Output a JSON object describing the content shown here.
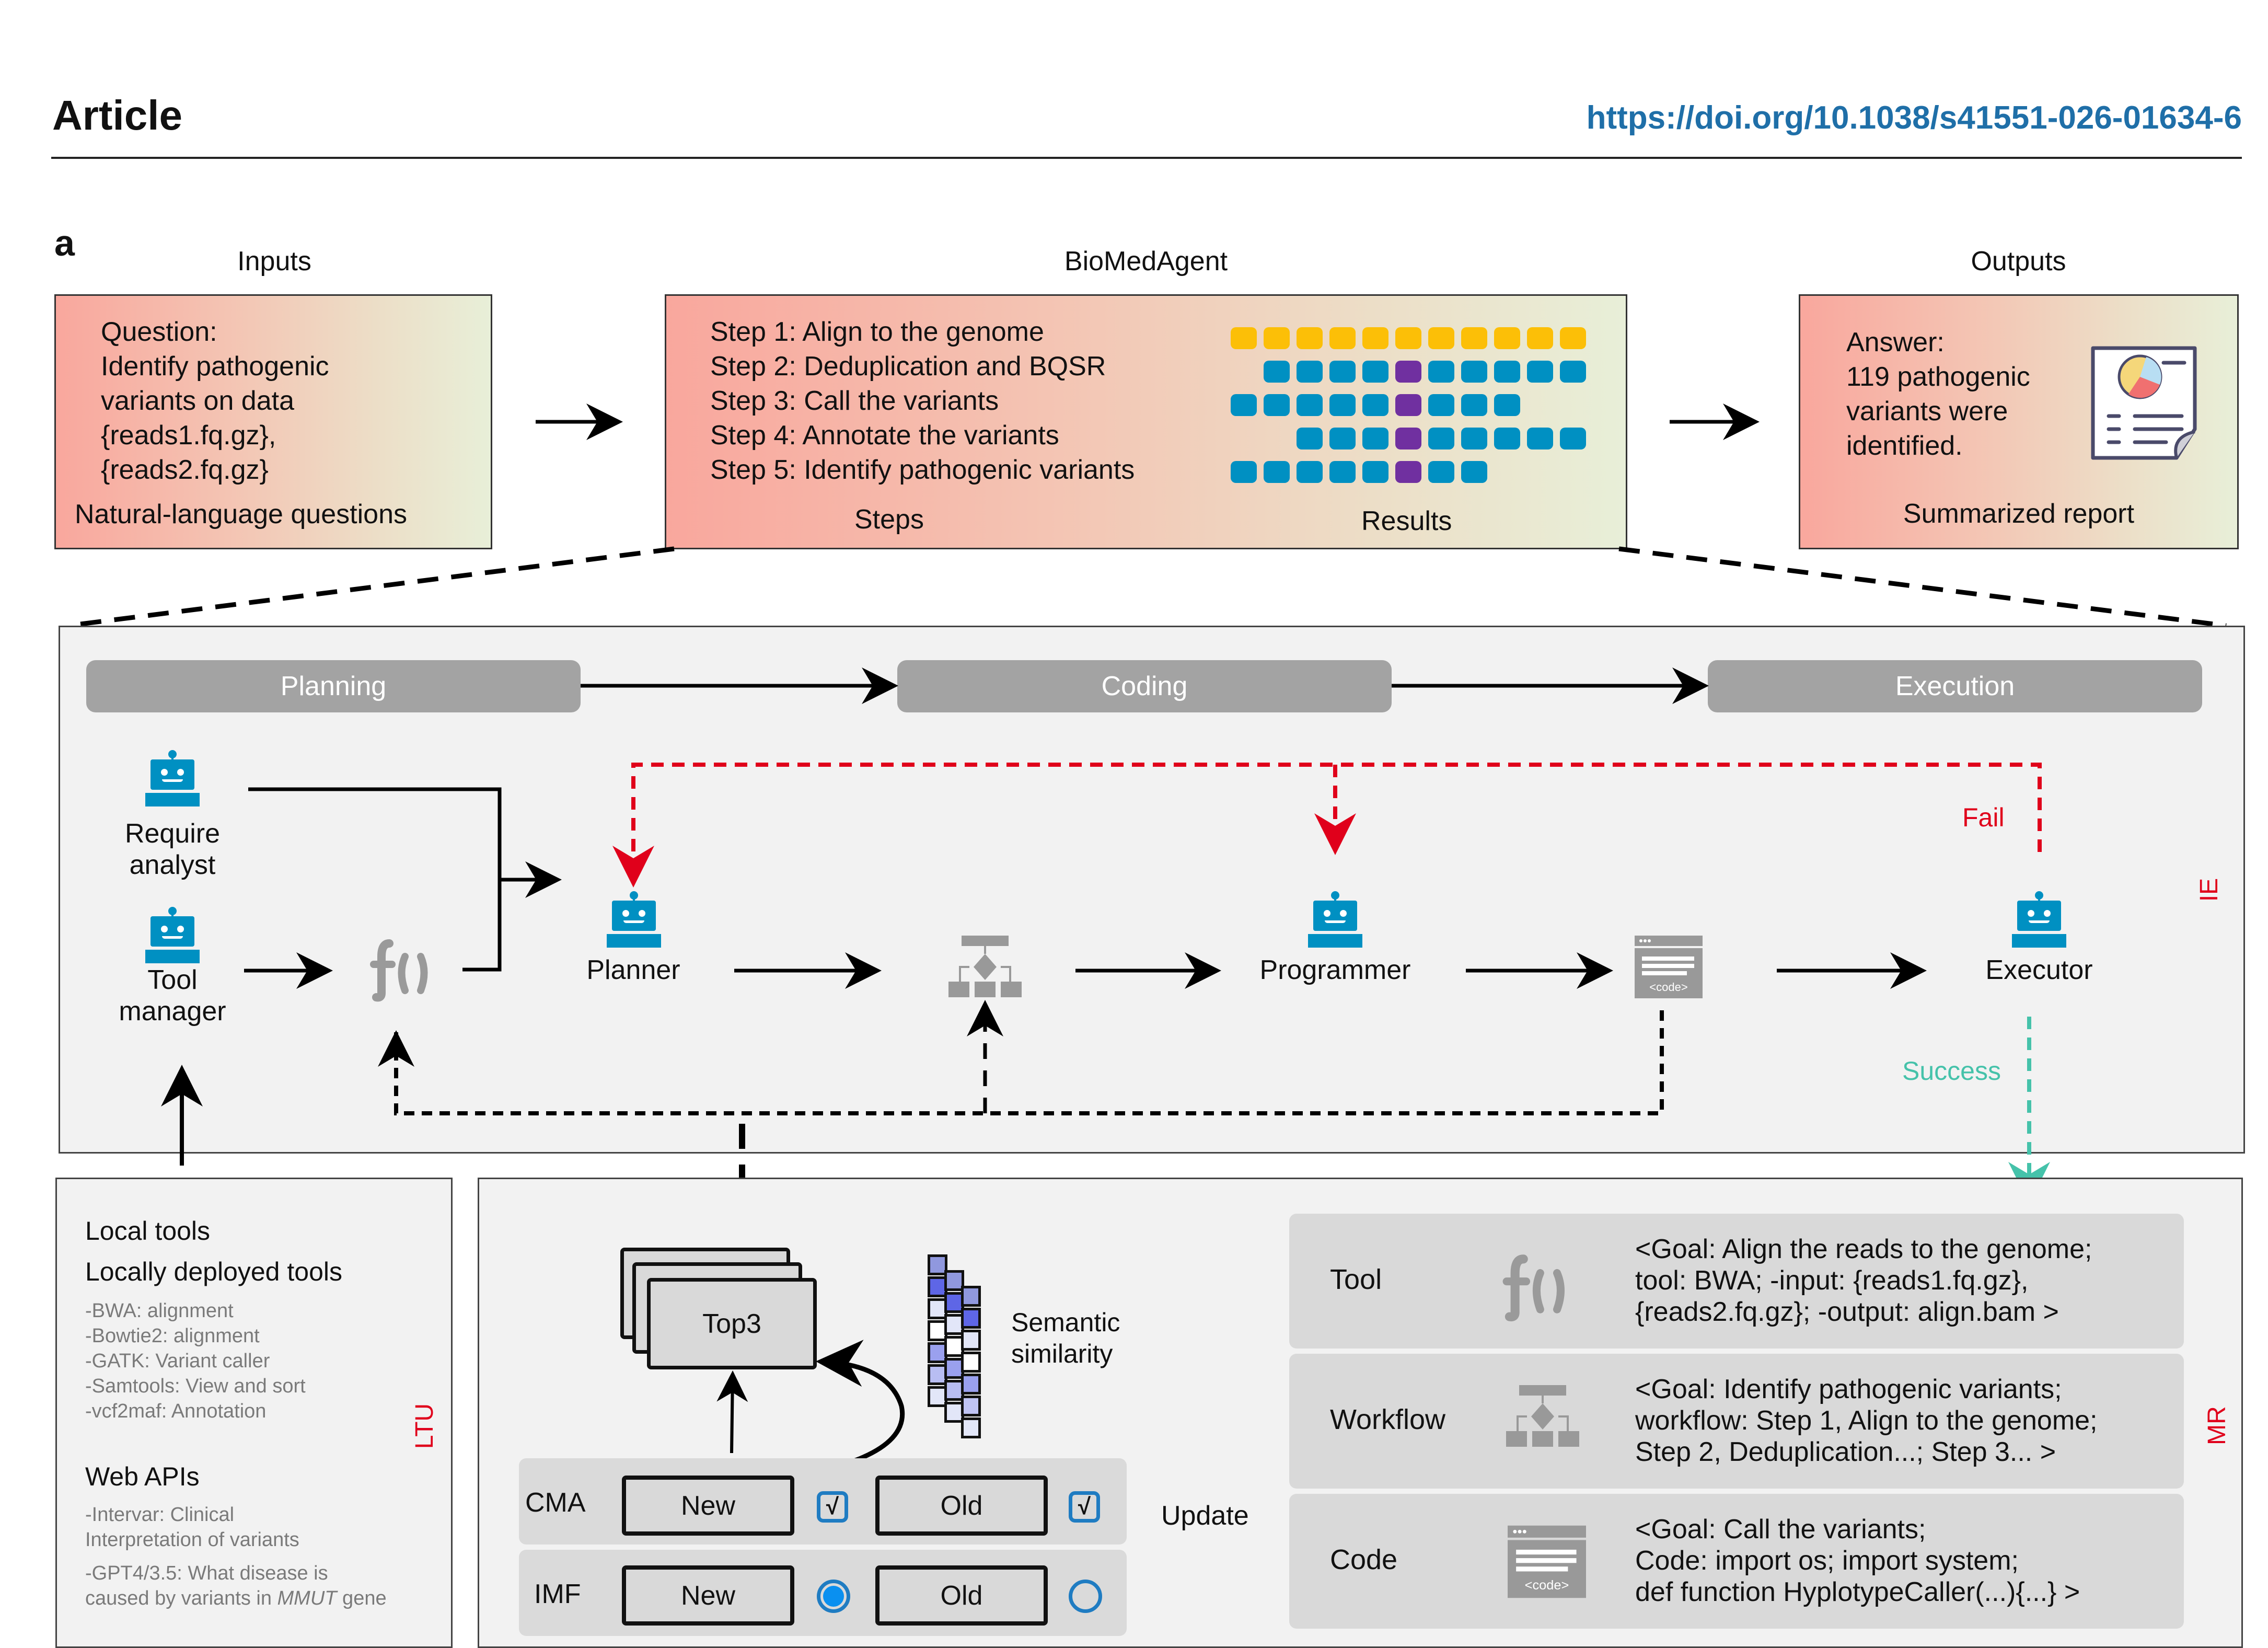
{
  "header": {
    "title": "Article",
    "doi": "https://doi.org/10.1038/s41551-026-01634-6"
  },
  "panel_letter": "a",
  "inputs": {
    "section_label": "Inputs",
    "lines": [
      "Question:",
      "Identify pathogenic",
      "variants on data",
      "{reads1.fq.gz},",
      "{reads2.fq.gz}"
    ],
    "caption": "Natural-language questions"
  },
  "agent": {
    "section_label": "BioMedAgent",
    "steps": [
      "Step 1: Align to the genome",
      "Step 2: Deduplication and BQSR",
      "Step 3: Call the variants",
      "Step 4: Annotate the variants",
      "Step 5: Identify pathogenic variants"
    ],
    "steps_caption": "Steps",
    "results_caption": "Results",
    "results_grid": {
      "colors": {
        "yellow": "#fcbf07",
        "blue": "#0090c2",
        "purple": "#7030a0"
      },
      "rows": [
        {
          "offset": 0,
          "count": 11,
          "color": "yellow",
          "highlight_index": -1
        },
        {
          "offset": 1,
          "count": 10,
          "color": "blue",
          "highlight_index": 4
        },
        {
          "offset": 0,
          "count": 9,
          "color": "blue",
          "highlight_index": 5
        },
        {
          "offset": 2,
          "count": 9,
          "color": "blue",
          "highlight_index": 3
        },
        {
          "offset": 0,
          "count": 8,
          "color": "blue",
          "highlight_index": 5
        }
      ]
    }
  },
  "outputs": {
    "section_label": "Outputs",
    "lines": [
      "Answer:",
      "119 pathogenic",
      "variants were",
      "identified."
    ],
    "caption": "Summarized report",
    "icon": "report-document-icon"
  },
  "ie": {
    "tag": "IE",
    "phases": [
      "Planning",
      "Coding",
      "Execution"
    ],
    "agents": {
      "require_analyst": "Require\nanalyst",
      "tool_manager": "Tool\nmanager",
      "planner": "Planner",
      "programmer": "Programmer",
      "executor": "Executor"
    },
    "fail_label": "Fail",
    "success_label": "Success",
    "colors": {
      "agent": "#0090c2",
      "fail": "#e0001b",
      "success": "#45c2aa"
    }
  },
  "ltu": {
    "tag": "LTU",
    "local_title": "Local tools",
    "local_subtitle": "Locally deployed tools",
    "local_items": [
      "-BWA: alignment",
      "-Bowtie2: alignment",
      "-GATK: Variant caller",
      "-Samtools: View and sort",
      "-vcf2maf: Annotation"
    ],
    "web_title": "Web APIs",
    "web_items": [
      {
        "text": "-Intervar: Clinical\nInterpretation of variants"
      },
      {
        "text_before": "-GPT4/3.5: What disease is\ncaused by variants in ",
        "italic": "MMUT",
        "text_after": " gene"
      }
    ]
  },
  "mr": {
    "tag": "MR",
    "top3_label": "Top3",
    "semantic_label": "Semantic\nsimilarity",
    "update_label": "Update",
    "cma": {
      "label": "CMA",
      "new": "New",
      "old": "Old",
      "new_checked": true,
      "old_checked": true,
      "check_glyph": "√"
    },
    "imf": {
      "label": "IMF",
      "new": "New",
      "old": "Old",
      "selected": "New"
    },
    "memory": [
      {
        "label": "Tool",
        "icon": "function-icon",
        "text": "<Goal: Align the reads to the genome;\ntool: BWA;  -input: {reads1.fq.gz},\n{reads2.fq.gz}; -output: align.bam >"
      },
      {
        "label": "Workflow",
        "icon": "workflow-icon",
        "text": "<Goal: Identify pathogenic variants;\nworkflow: Step 1, Align to the genome;\n Step 2, Deduplication...; Step 3... >"
      },
      {
        "label": "Code",
        "icon": "code-window-icon",
        "text": "<Goal: Call the variants;\nCode: import os; import system;\ndef function HyplotypeCaller(...){...} >"
      }
    ]
  }
}
